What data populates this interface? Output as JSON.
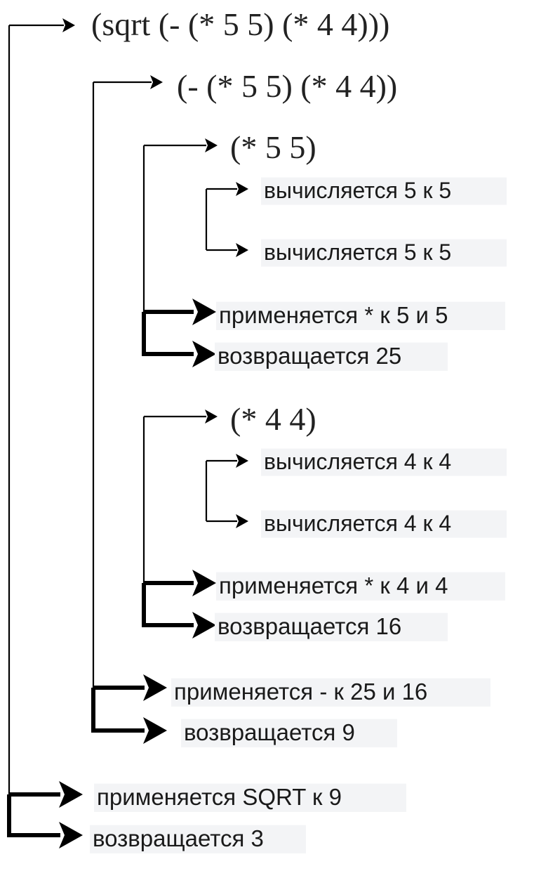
{
  "nodes": [
    {
      "id": "expr-sqrt",
      "kind": "expr",
      "text": "(sqrt (- (* 5 5) (* 4 4)))"
    },
    {
      "id": "expr-sub",
      "kind": "expr",
      "text": "(- (* 5 5) (* 4 4))"
    },
    {
      "id": "expr-mul-5",
      "kind": "expr",
      "text": "(* 5 5)"
    },
    {
      "id": "eval-5-a",
      "kind": "step",
      "text": "вычисляется 5 к 5"
    },
    {
      "id": "eval-5-b",
      "kind": "step",
      "text": "вычисляется 5 к 5"
    },
    {
      "id": "apply-mul-5",
      "kind": "step",
      "text": "применяется * к 5 и 5"
    },
    {
      "id": "return-25",
      "kind": "step",
      "text": "возвращается 25"
    },
    {
      "id": "expr-mul-4",
      "kind": "expr",
      "text": "(* 4 4)"
    },
    {
      "id": "eval-4-a",
      "kind": "step",
      "text": "вычисляется 4 к 4"
    },
    {
      "id": "eval-4-b",
      "kind": "step",
      "text": "вычисляется 4 к 4"
    },
    {
      "id": "apply-mul-4",
      "kind": "step",
      "text": "применяется * к 4 и 4"
    },
    {
      "id": "return-16",
      "kind": "step",
      "text": "возвращается 16"
    },
    {
      "id": "apply-sub",
      "kind": "step",
      "text": "применяется - к 25 и 16"
    },
    {
      "id": "return-9",
      "kind": "step",
      "text": "возвращается 9"
    },
    {
      "id": "apply-sqrt",
      "kind": "step",
      "text": "применяется SQRT к 9"
    },
    {
      "id": "return-3",
      "kind": "step",
      "text": "возвращается 3"
    }
  ],
  "connectors": [
    {
      "from": "expr-sqrt",
      "to": [
        "expr-sqrt",
        "apply-sqrt",
        "return-3"
      ]
    },
    {
      "from": "expr-sub",
      "to": [
        "expr-sub",
        "apply-sub",
        "return-9"
      ]
    },
    {
      "from": "expr-mul-5",
      "to": [
        "expr-mul-5",
        "apply-mul-5",
        "return-25"
      ]
    },
    {
      "from": "eval-5-a",
      "to": [
        "eval-5-a",
        "eval-5-b"
      ]
    },
    {
      "from": "expr-mul-4",
      "to": [
        "expr-mul-4",
        "apply-mul-4",
        "return-16"
      ]
    },
    {
      "from": "eval-4-a",
      "to": [
        "eval-4-a",
        "eval-4-b"
      ]
    }
  ]
}
